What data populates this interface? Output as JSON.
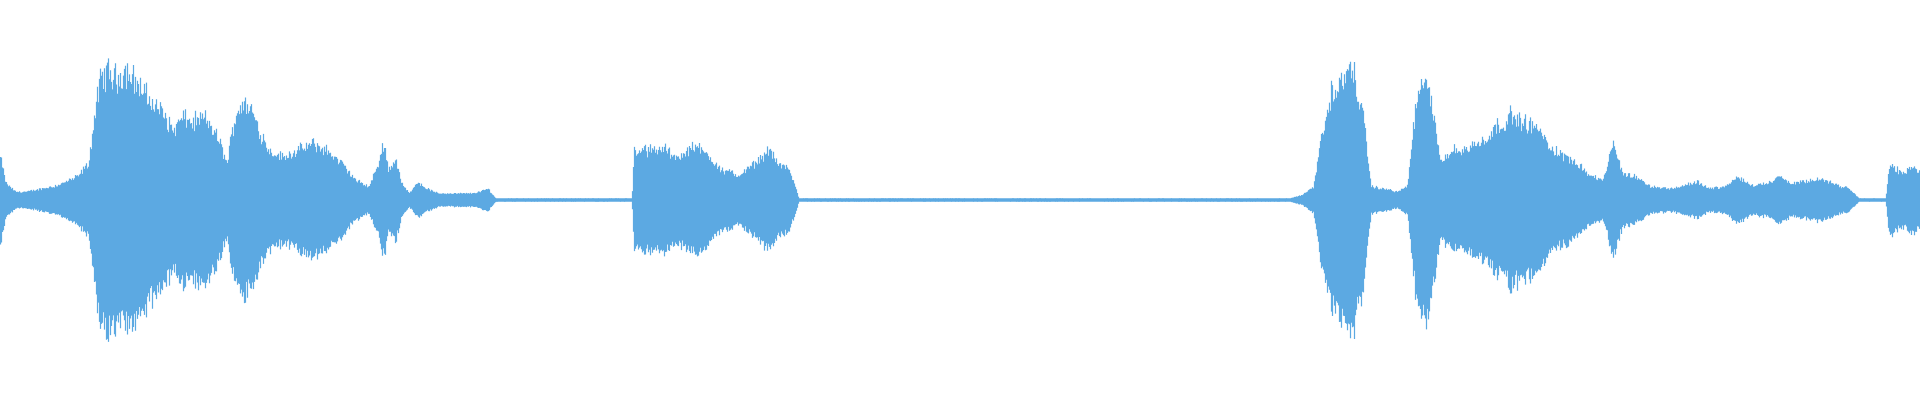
{
  "waveform": {
    "color": "#5ca9e2",
    "background": "#ffffff",
    "envelope_keypoints": [
      [
        0.0,
        0.26
      ],
      [
        0.003,
        0.1
      ],
      [
        0.008,
        0.05
      ],
      [
        0.014,
        0.05
      ],
      [
        0.022,
        0.07
      ],
      [
        0.03,
        0.09
      ],
      [
        0.04,
        0.14
      ],
      [
        0.046,
        0.22
      ],
      [
        0.049,
        0.5
      ],
      [
        0.052,
        0.72
      ],
      [
        0.056,
        0.78
      ],
      [
        0.06,
        0.74
      ],
      [
        0.066,
        0.78
      ],
      [
        0.072,
        0.7
      ],
      [
        0.078,
        0.6
      ],
      [
        0.084,
        0.54
      ],
      [
        0.09,
        0.42
      ],
      [
        0.095,
        0.5
      ],
      [
        0.1,
        0.47
      ],
      [
        0.106,
        0.5
      ],
      [
        0.11,
        0.44
      ],
      [
        0.114,
        0.36
      ],
      [
        0.118,
        0.22
      ],
      [
        0.122,
        0.5
      ],
      [
        0.126,
        0.59
      ],
      [
        0.131,
        0.54
      ],
      [
        0.135,
        0.42
      ],
      [
        0.14,
        0.3
      ],
      [
        0.147,
        0.26
      ],
      [
        0.155,
        0.3
      ],
      [
        0.163,
        0.34
      ],
      [
        0.17,
        0.3
      ],
      [
        0.178,
        0.22
      ],
      [
        0.185,
        0.12
      ],
      [
        0.192,
        0.08
      ],
      [
        0.197,
        0.22
      ],
      [
        0.2,
        0.36
      ],
      [
        0.202,
        0.18
      ],
      [
        0.206,
        0.25
      ],
      [
        0.209,
        0.1
      ],
      [
        0.213,
        0.04
      ],
      [
        0.217,
        0.11
      ],
      [
        0.222,
        0.07
      ],
      [
        0.228,
        0.04
      ],
      [
        0.236,
        0.04
      ],
      [
        0.245,
        0.04
      ],
      [
        0.25,
        0.05
      ],
      [
        0.254,
        0.07
      ],
      [
        0.258,
        0.01
      ],
      [
        0.329,
        0.01
      ],
      [
        0.33,
        0.3
      ],
      [
        0.338,
        0.3
      ],
      [
        0.346,
        0.31
      ],
      [
        0.354,
        0.26
      ],
      [
        0.362,
        0.33
      ],
      [
        0.369,
        0.27
      ],
      [
        0.376,
        0.18
      ],
      [
        0.385,
        0.15
      ],
      [
        0.392,
        0.21
      ],
      [
        0.4,
        0.3
      ],
      [
        0.406,
        0.21
      ],
      [
        0.411,
        0.19
      ],
      [
        0.416,
        0.01
      ],
      [
        0.672,
        0.01
      ],
      [
        0.678,
        0.03
      ],
      [
        0.684,
        0.08
      ],
      [
        0.688,
        0.38
      ],
      [
        0.693,
        0.64
      ],
      [
        0.7,
        0.74
      ],
      [
        0.705,
        0.78
      ],
      [
        0.71,
        0.5
      ],
      [
        0.714,
        0.08
      ],
      [
        0.72,
        0.07
      ],
      [
        0.728,
        0.05
      ],
      [
        0.733,
        0.09
      ],
      [
        0.737,
        0.55
      ],
      [
        0.742,
        0.75
      ],
      [
        0.747,
        0.48
      ],
      [
        0.75,
        0.25
      ],
      [
        0.757,
        0.3
      ],
      [
        0.764,
        0.31
      ],
      [
        0.772,
        0.36
      ],
      [
        0.78,
        0.45
      ],
      [
        0.787,
        0.51
      ],
      [
        0.794,
        0.47
      ],
      [
        0.8,
        0.44
      ],
      [
        0.806,
        0.34
      ],
      [
        0.812,
        0.28
      ],
      [
        0.82,
        0.24
      ],
      [
        0.828,
        0.15
      ],
      [
        0.835,
        0.12
      ],
      [
        0.84,
        0.34
      ],
      [
        0.845,
        0.16
      ],
      [
        0.852,
        0.14
      ],
      [
        0.86,
        0.08
      ],
      [
        0.87,
        0.07
      ],
      [
        0.878,
        0.09
      ],
      [
        0.884,
        0.11
      ],
      [
        0.89,
        0.07
      ],
      [
        0.898,
        0.08
      ],
      [
        0.905,
        0.14
      ],
      [
        0.912,
        0.09
      ],
      [
        0.92,
        0.1
      ],
      [
        0.926,
        0.14
      ],
      [
        0.933,
        0.1
      ],
      [
        0.94,
        0.11
      ],
      [
        0.948,
        0.13
      ],
      [
        0.956,
        0.09
      ],
      [
        0.963,
        0.07
      ],
      [
        0.968,
        0.01
      ],
      [
        0.982,
        0.01
      ],
      [
        0.984,
        0.22
      ],
      [
        0.99,
        0.16
      ],
      [
        0.996,
        0.2
      ],
      [
        1.0,
        0.17
      ]
    ]
  }
}
